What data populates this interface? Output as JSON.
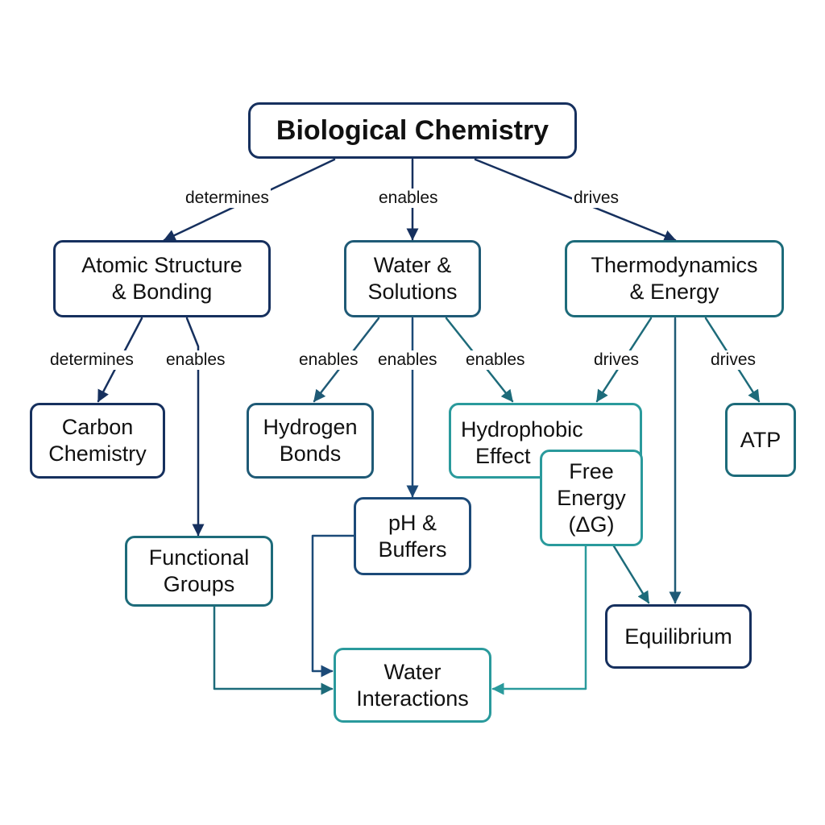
{
  "nodes": {
    "root": [
      "Biological Chemistry"
    ],
    "atomic": [
      "Atomic Structure",
      "& Bonding"
    ],
    "water": [
      "Water &",
      "Solutions"
    ],
    "thermo": [
      "Thermodynamics",
      "& Energy"
    ],
    "carbon": [
      "Carbon",
      "Chemistry"
    ],
    "hbonds": [
      "Hydrogen",
      "Bonds"
    ],
    "hydrophobic": [
      "Hydrophobic",
      "Effect"
    ],
    "freeenergy": [
      "Free",
      "Energy",
      "(ΔG)"
    ],
    "atp": [
      "ATP"
    ],
    "functional": [
      "Functional",
      "Groups"
    ],
    "ph": [
      "pH &",
      "Buffers"
    ],
    "equilibrium": [
      "Equilibrium"
    ],
    "interactions": [
      "Water",
      "Interactions"
    ]
  },
  "edges": [
    {
      "id": "root-atomic",
      "label": "determines"
    },
    {
      "id": "root-water",
      "label": "enables"
    },
    {
      "id": "root-thermo",
      "label": "drives"
    },
    {
      "id": "atomic-carbon",
      "label": "determines"
    },
    {
      "id": "atomic-functional",
      "label": "enables"
    },
    {
      "id": "water-hbonds",
      "label": "enables"
    },
    {
      "id": "water-ph",
      "label": "enables"
    },
    {
      "id": "water-hydrophobic",
      "label": "enables"
    },
    {
      "id": "thermo-freeenergy",
      "label": "drives"
    },
    {
      "id": "thermo-equilibrium",
      "label": ""
    },
    {
      "id": "thermo-atp",
      "label": "drives"
    },
    {
      "id": "functional-interactions",
      "label": ""
    },
    {
      "id": "ph-interactions",
      "label": ""
    },
    {
      "id": "freeenergy-interactions",
      "label": ""
    },
    {
      "id": "freeenergy-equilibrium",
      "label": ""
    }
  ],
  "colors": {
    "navy": "#16305e",
    "blue": "#1c4a78",
    "slate": "#1f5a76",
    "teal": "#1d6b7a",
    "aqua": "#2a9a9c"
  }
}
